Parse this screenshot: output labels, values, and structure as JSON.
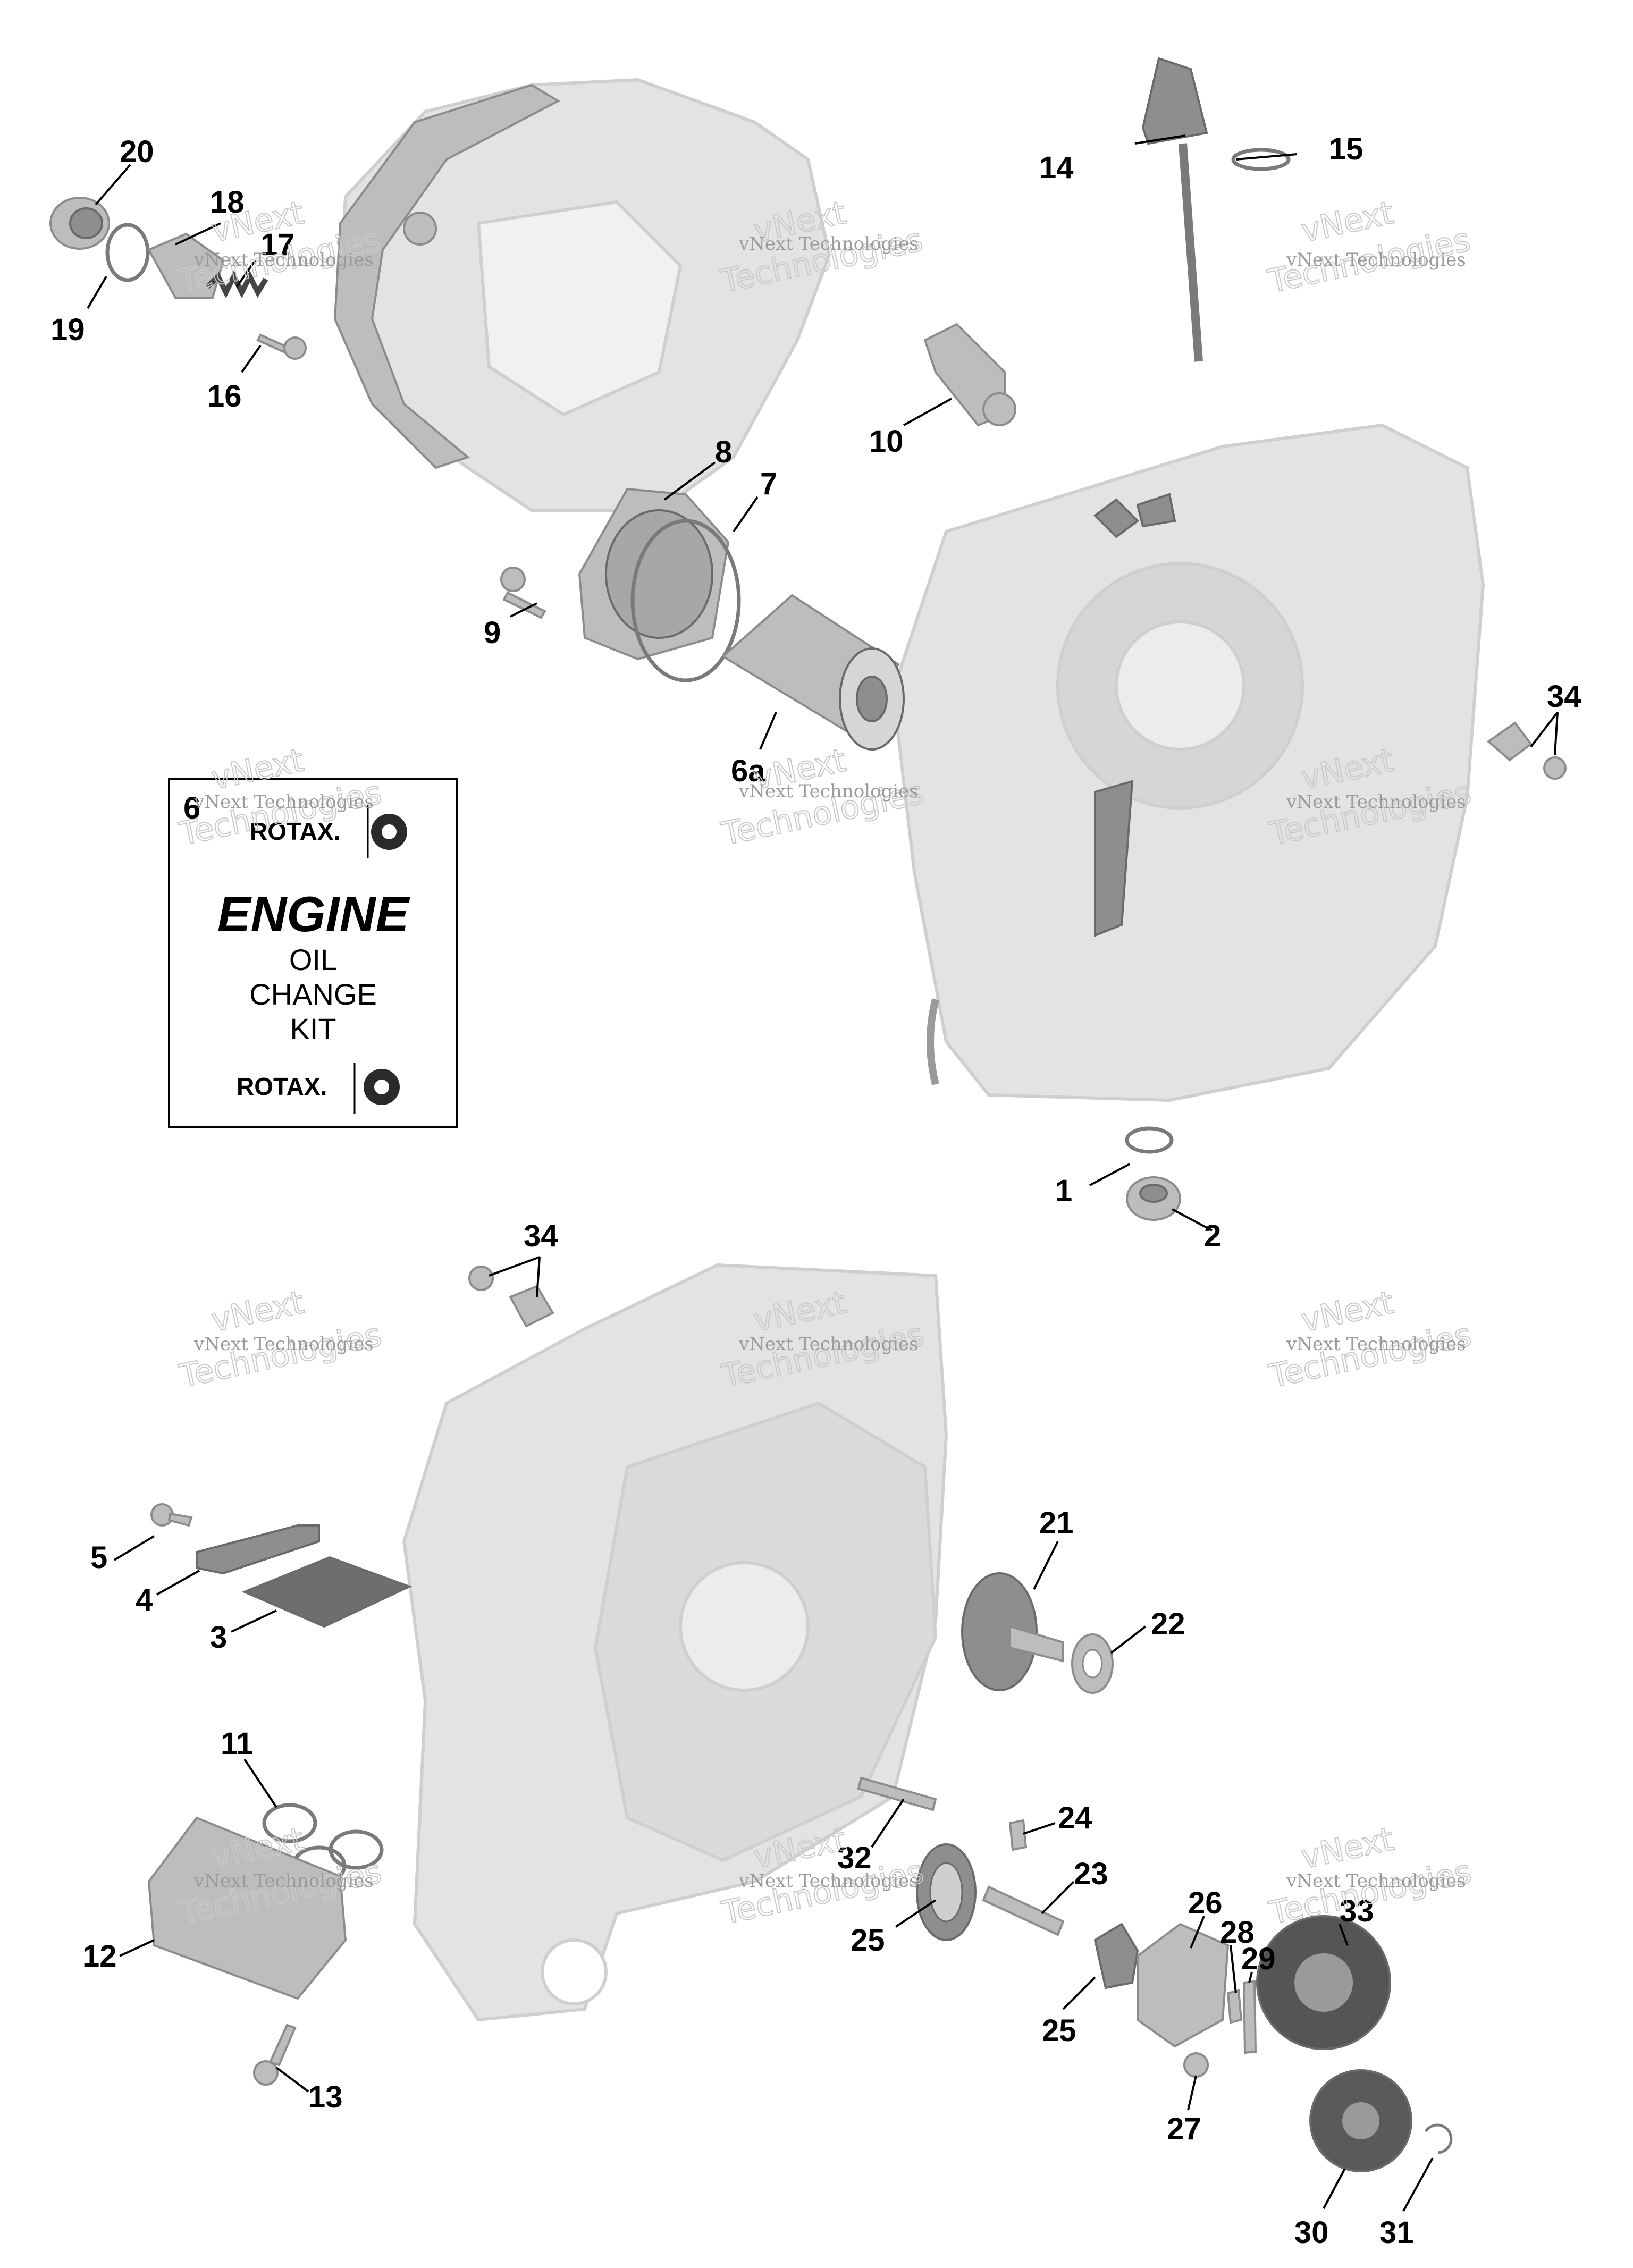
{
  "watermark": {
    "line1": "vNext",
    "line2": "Technologies",
    "combined": "vNext Technologies"
  },
  "kit": {
    "number": "6",
    "brand": "ROTAX.",
    "title": "ENGINE",
    "lines": [
      "OIL",
      "CHANGE",
      "KIT"
    ]
  },
  "callouts": [
    {
      "id": "1",
      "label": "1"
    },
    {
      "id": "2",
      "label": "2"
    },
    {
      "id": "3",
      "label": "3"
    },
    {
      "id": "4",
      "label": "4"
    },
    {
      "id": "5",
      "label": "5"
    },
    {
      "id": "6a",
      "label": "6a"
    },
    {
      "id": "7",
      "label": "7"
    },
    {
      "id": "8",
      "label": "8"
    },
    {
      "id": "9",
      "label": "9"
    },
    {
      "id": "10",
      "label": "10"
    },
    {
      "id": "11",
      "label": "11"
    },
    {
      "id": "12",
      "label": "12"
    },
    {
      "id": "13",
      "label": "13"
    },
    {
      "id": "14",
      "label": "14"
    },
    {
      "id": "15",
      "label": "15"
    },
    {
      "id": "16",
      "label": "16"
    },
    {
      "id": "17",
      "label": "17"
    },
    {
      "id": "18",
      "label": "18"
    },
    {
      "id": "19",
      "label": "19"
    },
    {
      "id": "20",
      "label": "20"
    },
    {
      "id": "21",
      "label": "21"
    },
    {
      "id": "22",
      "label": "22"
    },
    {
      "id": "23",
      "label": "23"
    },
    {
      "id": "24",
      "label": "24"
    },
    {
      "id": "25a",
      "label": "25"
    },
    {
      "id": "25b",
      "label": "25"
    },
    {
      "id": "26",
      "label": "26"
    },
    {
      "id": "27",
      "label": "27"
    },
    {
      "id": "28",
      "label": "28"
    },
    {
      "id": "29",
      "label": "29"
    },
    {
      "id": "30",
      "label": "30"
    },
    {
      "id": "31",
      "label": "31"
    },
    {
      "id": "32",
      "label": "32"
    },
    {
      "id": "33",
      "label": "33"
    },
    {
      "id": "34a",
      "label": "34"
    },
    {
      "id": "34b",
      "label": "34"
    }
  ]
}
